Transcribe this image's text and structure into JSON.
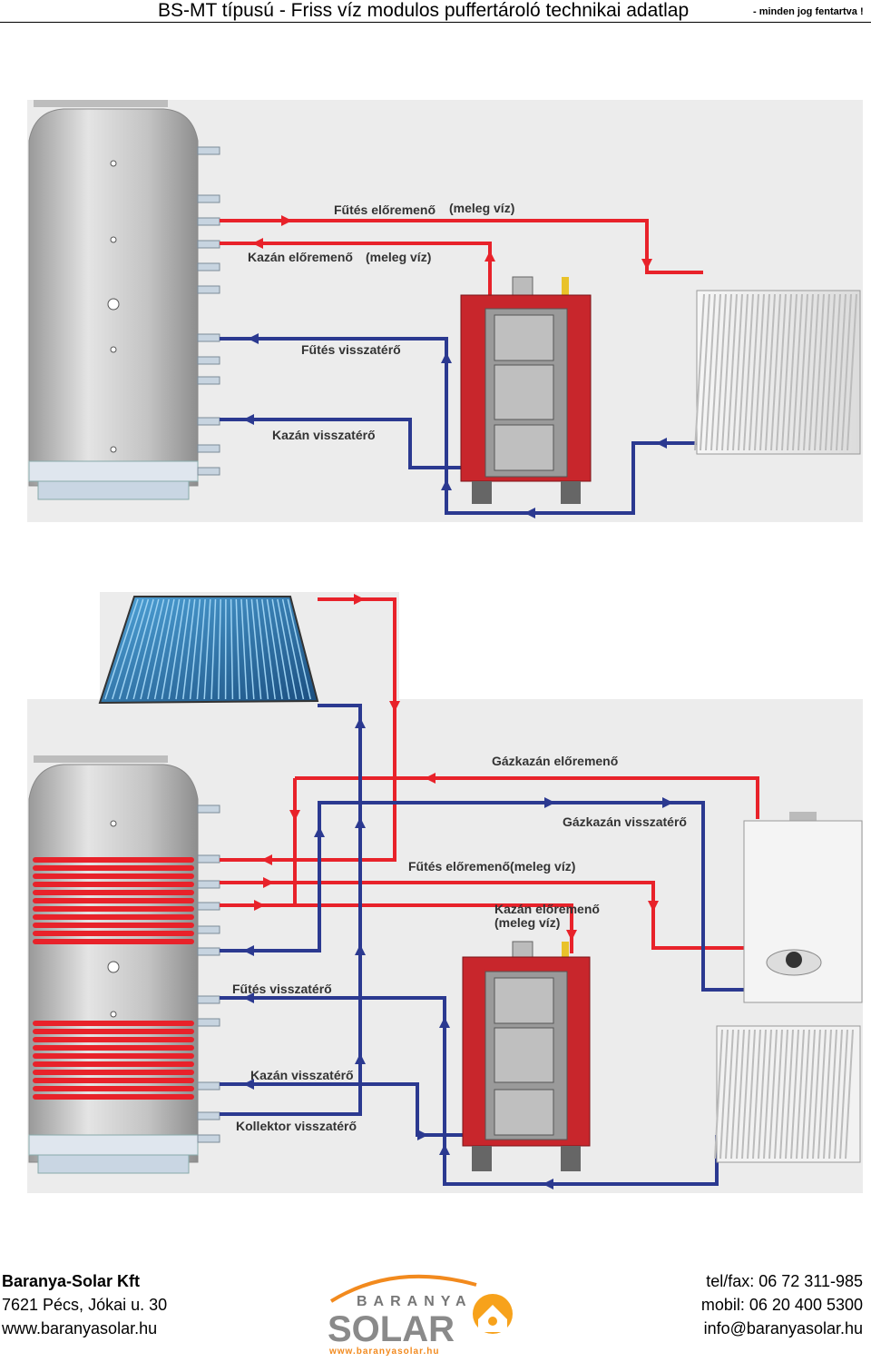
{
  "header": {
    "title": "BS-MT típusú - Friss víz modulos puffertároló technikai adatlap",
    "note": "- minden jog fentartva !"
  },
  "diagram1": {
    "labels": {
      "futes_eloremeno": "Fűtés előremenő",
      "meleg_viz_1": "(meleg víz)",
      "kazan_eloremeno": "Kazán előremenő",
      "meleg_viz_2": "(meleg víz)",
      "futes_visszatero": "Fűtés visszatérő",
      "kazan_visszatero": "Kazán visszatérő"
    }
  },
  "diagram2": {
    "labels": {
      "gazkazan_eloremeno": "Gázkazán előremenő",
      "gazkazan_visszatero": "Gázkazán visszatérő",
      "futes_eloremeno": "Fűtés előremenő(meleg víz)",
      "kazan_eloremeno_1": "Kazán előremenő",
      "kazan_eloremeno_2": "(meleg víz)",
      "futes_visszatero": "Fűtés visszatérő",
      "kazan_visszatero": "Kazán visszatérő",
      "kollektor_visszatero": "Kollektor visszatérő"
    }
  },
  "footer": {
    "company": "Baranya-Solar Kft",
    "address": "7621 Pécs, Jókai u. 30",
    "web": "www.baranyasolar.hu",
    "phone": "tel/fax: 06 72 311-985",
    "mobile": "mobil: 06 20 400 5300",
    "email": "info@baranyasolar.hu",
    "logo_top": "BARANYA",
    "logo_main": "SOLAR",
    "logo_url": "www.baranyasolar.hu"
  },
  "colors": {
    "hot": "#e8222a",
    "cold": "#2b3990",
    "boiler": "#c8262c",
    "tank": "#c8c8c8"
  }
}
